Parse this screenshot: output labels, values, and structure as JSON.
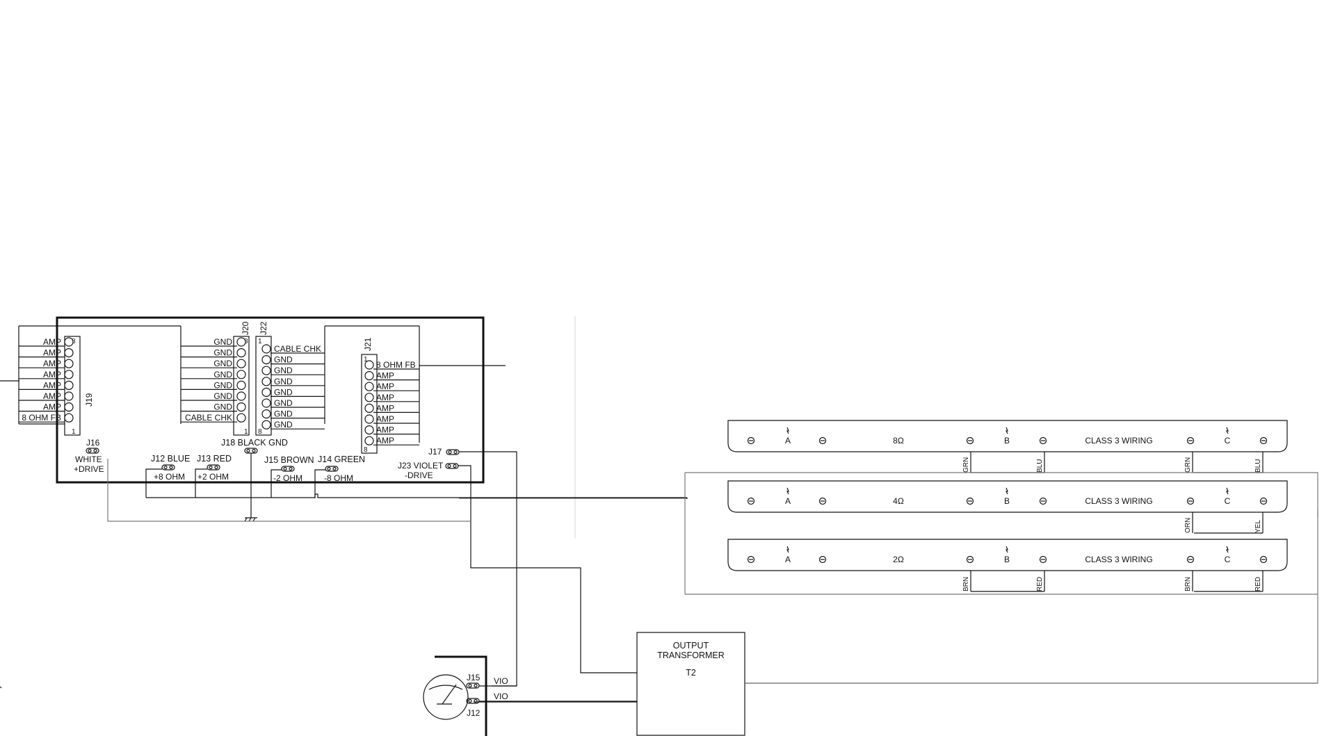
{
  "j19": {
    "ref": "J19",
    "pin_top": "8",
    "pin_bottom": "1",
    "labels": [
      "AMP",
      "AMP",
      "AMP",
      "AMP",
      "AMP",
      "AMP",
      "AMP",
      "8 OHM FB"
    ]
  },
  "j20": {
    "ref": "J20",
    "pin_top": "8",
    "pin_bottom": "1",
    "labels": [
      "GND",
      "GND",
      "GND",
      "GND",
      "GND",
      "GND",
      "GND",
      "CABLE CHK"
    ]
  },
  "j22": {
    "ref": "J22",
    "pin_top": "1",
    "pin_bottom": "8",
    "labels": [
      "CABLE CHK",
      "GND",
      "GND",
      "GND",
      "GND",
      "GND",
      "GND",
      "GND"
    ]
  },
  "j21": {
    "ref": "J21",
    "pin_top": "1",
    "pin_bottom": "8",
    "labels": [
      "8 OHM FB",
      "AMP",
      "AMP",
      "AMP",
      "AMP",
      "AMP",
      "AMP",
      "AMP"
    ]
  },
  "jumpers": {
    "j16": "J16",
    "white": "WHITE",
    "plus_drive": "+DRIVE",
    "j12": "J12 BLUE",
    "j12_val": "+8 OHM",
    "j13": "J13 RED",
    "j13_val": "+2 OHM",
    "j18": "J18 BLACK GND",
    "j15": "J15 BROWN",
    "j15_val": "-2 OHM",
    "j14": "J14 GREEN",
    "j14_val": "-8 OHM",
    "j17": "J17",
    "j23": "J23 VIOLET",
    "minus_drive": "-DRIVE"
  },
  "terminal_strips": [
    {
      "impedance": "8Ω",
      "class_label": "CLASS 3 WIRING",
      "letters": [
        "A",
        "B",
        "C"
      ],
      "wires": [
        "GRN",
        "BLU",
        "GRN",
        "BLU"
      ]
    },
    {
      "impedance": "4Ω",
      "class_label": "CLASS 3 WIRING",
      "letters": [
        "A",
        "B",
        "C"
      ],
      "wires": [
        "ORN",
        "YEL"
      ]
    },
    {
      "impedance": "2Ω",
      "class_label": "CLASS 3 WIRING",
      "letters": [
        "A",
        "B",
        "C"
      ],
      "wires": [
        "BRN",
        "RED",
        "BRN",
        "RED"
      ]
    }
  ],
  "transformer": {
    "line1": "OUTPUT",
    "line2": "TRANSFORMER",
    "ref": "T2"
  },
  "meter": {
    "j15": "J15",
    "j12": "J12",
    "vio1": "VIO",
    "vio2": "VIO"
  }
}
